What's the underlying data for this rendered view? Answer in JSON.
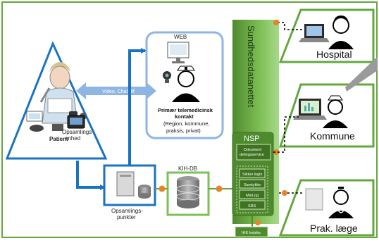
{
  "labels": {
    "web": "WEB",
    "video": "Video, Chat, tlf",
    "primary_l1": "Primær telemedicinsk",
    "primary_l2": "kontakt",
    "primary_l3": "(Region, kommune,",
    "primary_l4": "praksis, privat)",
    "patient": "Patient",
    "opsamlings_enhed_l1": "Opsamlings",
    "opsamlings_enhed_l2": "enhed",
    "opsamlingspunkter_l1": "Opsamlings-",
    "opsamlingspunkter_l2": "punkter",
    "kihdb": "KIH-DB",
    "sundhedsdatanettet": "Sundhedsdatanettet",
    "nsp": "NSP",
    "dokument_l1": "Dokument",
    "dokument_l2": "delingsservice",
    "services": [
      "Sikker login",
      "Samtykke",
      "MinLog",
      "SRS"
    ],
    "ihe": "IHE Indeks",
    "hospital": "Hospital",
    "kommune": "Kommune",
    "praklaege": "Prak. læge"
  },
  "colors": {
    "green_border": "#63a83f",
    "green_dark": "#4f8a2e",
    "green_fill": "#7fbf57",
    "blue": "#1a73c2",
    "blue_light": "#8fb6e2",
    "orange": "#e8832a",
    "grey_arrow": "#9a9a9a"
  },
  "icons": [
    "patient-person-icon",
    "phone-icon",
    "tablet-icon",
    "webcam-icon",
    "monitor-icon",
    "nurse-icon",
    "server-icon",
    "database-icon",
    "doctor-icon",
    "laptop-icon"
  ]
}
